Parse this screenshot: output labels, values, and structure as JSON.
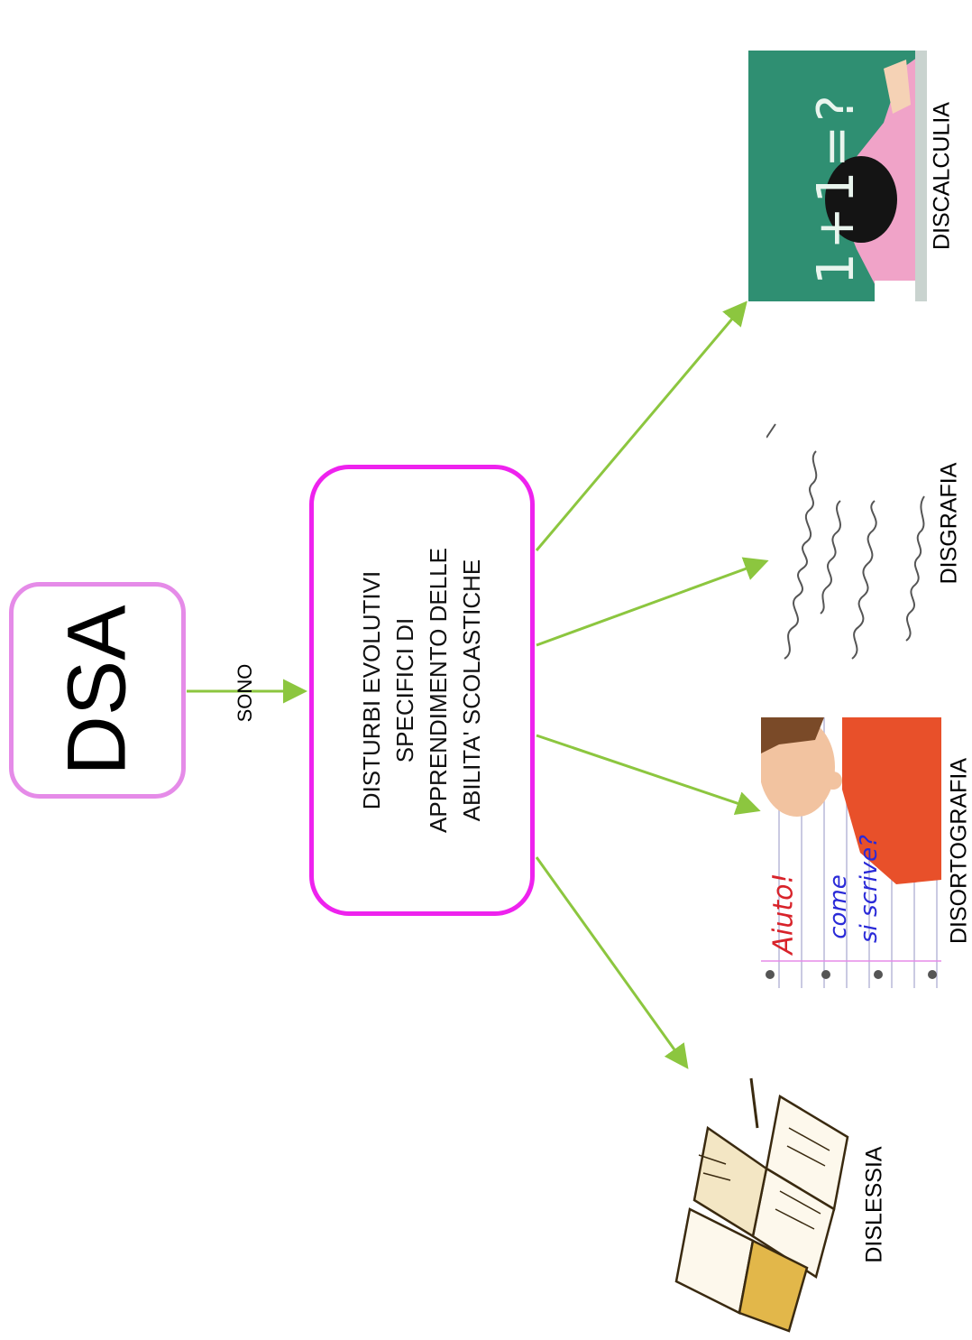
{
  "diagram": {
    "root": {
      "label": "DSA"
    },
    "edge_label": "SONO",
    "definition": {
      "lines": [
        "DISTURBI EVOLUTIVI",
        "SPECIFICI DI",
        "APPRENDIMENTO DELLE",
        "ABILITA' SCOLASTICHE"
      ]
    },
    "children": [
      {
        "label": "DISLESSIA"
      },
      {
        "label": "DISORTOGRAFIA"
      },
      {
        "label": "DISGRAFIA"
      },
      {
        "label": "DISCALCULIA"
      }
    ],
    "images": {
      "disortografia_text": [
        "Aiuto!",
        "come",
        "si scrive?"
      ],
      "discalculia_text": "1+1=?"
    },
    "colors": {
      "root_border": "#e58be8",
      "definition_border": "#ee22ee",
      "arrows": "#8cc63f"
    }
  }
}
